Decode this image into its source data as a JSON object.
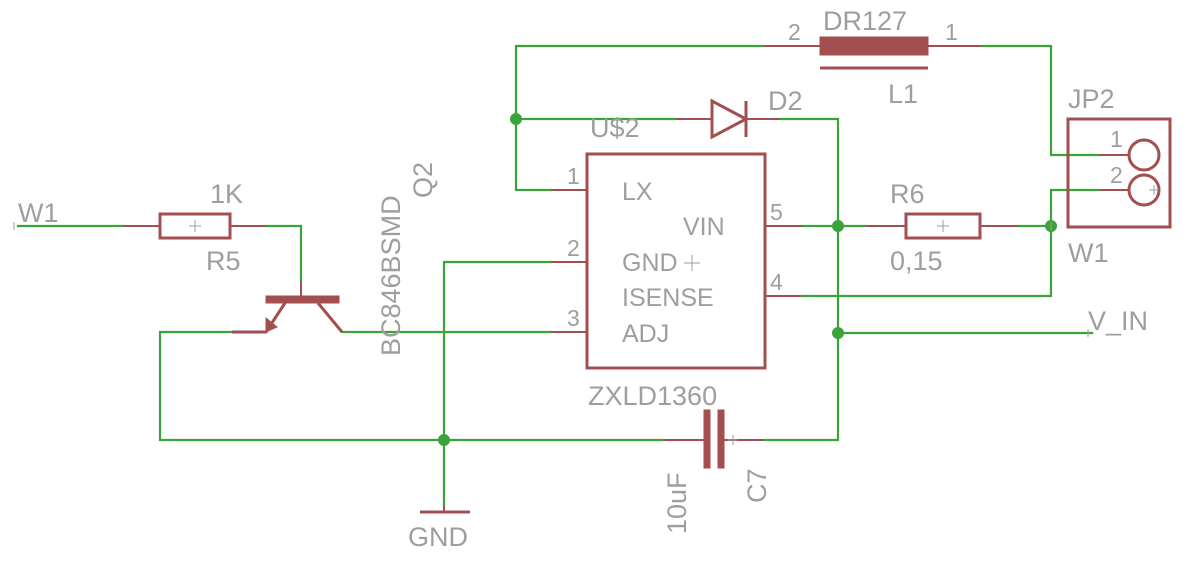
{
  "labels": {
    "w1_left": "W1",
    "r5_value": "1K",
    "r5_name": "R5",
    "q2_value": "BC846BSMD",
    "q2_name": "Q2",
    "u2_name": "U$2",
    "u2_value": "ZXLD1360",
    "u2_pin1": "1",
    "u2_pin2": "2",
    "u2_pin3": "3",
    "u2_pin4": "4",
    "u2_pin5": "5",
    "u2_lx": "LX",
    "u2_vin": "VIN",
    "u2_gnd": "GND",
    "u2_isense": "ISENSE",
    "u2_adj": "ADJ",
    "d2_name": "D2",
    "l1_value": "DR127",
    "l1_name": "L1",
    "l1_pin2": "2",
    "l1_pin1": "1",
    "r6_name": "R6",
    "r6_value": "0,15",
    "jp2_name": "JP2",
    "jp2_pin1": "1",
    "jp2_pin2": "2",
    "w1_right": "W1",
    "v_in": "V_IN",
    "c7_value": "10uF",
    "c7_name": "C7",
    "gnd": "GND"
  },
  "colors": {
    "wire": "#3aa33a",
    "part": "#a34f4f",
    "text": "#9e9e9e",
    "background": "#ffffff"
  }
}
